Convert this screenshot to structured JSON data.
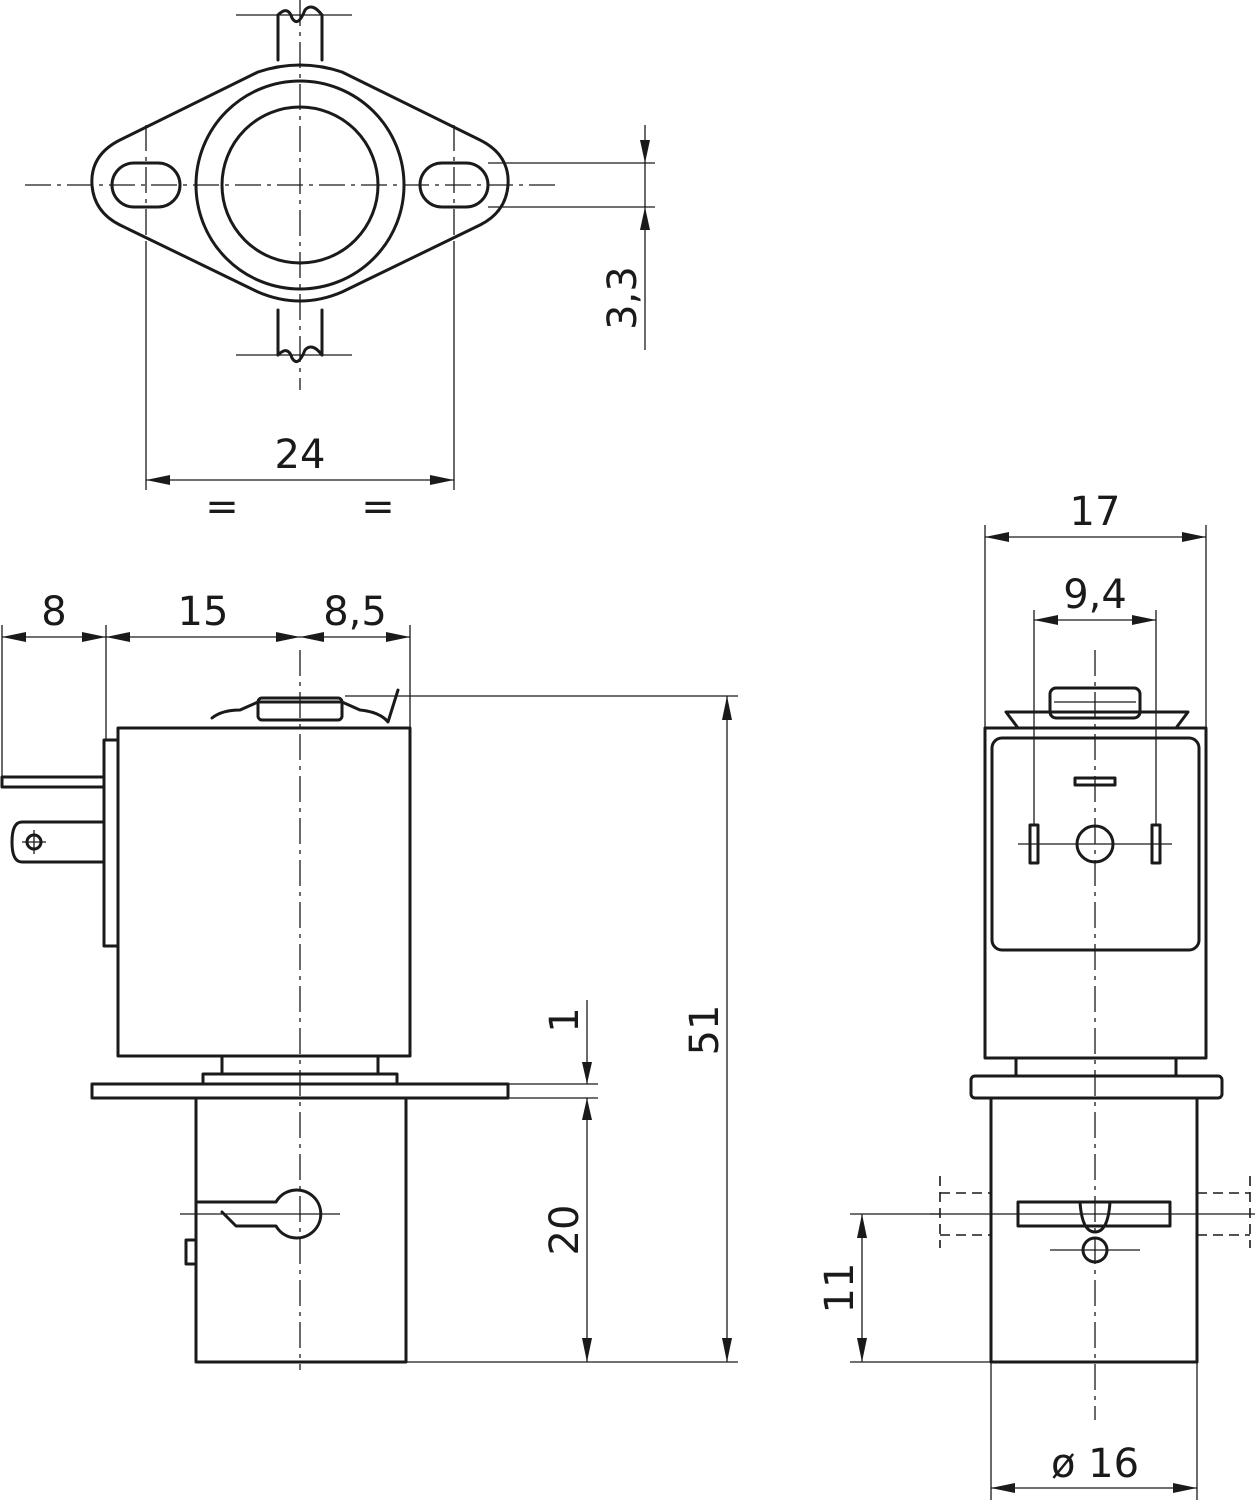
{
  "dimensions": {
    "flange_hole_spacing": "24",
    "slot_width": "3,3",
    "equal_left": "=",
    "equal_right": "=",
    "connector_offset": "8",
    "body_offset": "15",
    "half_width": "8,5",
    "flange_thickness": "1",
    "total_height": "51",
    "lower_body_height": "20",
    "coil_width": "17",
    "pin_spacing": "9,4",
    "port_height": "11",
    "base_diameter": "ø 16"
  }
}
